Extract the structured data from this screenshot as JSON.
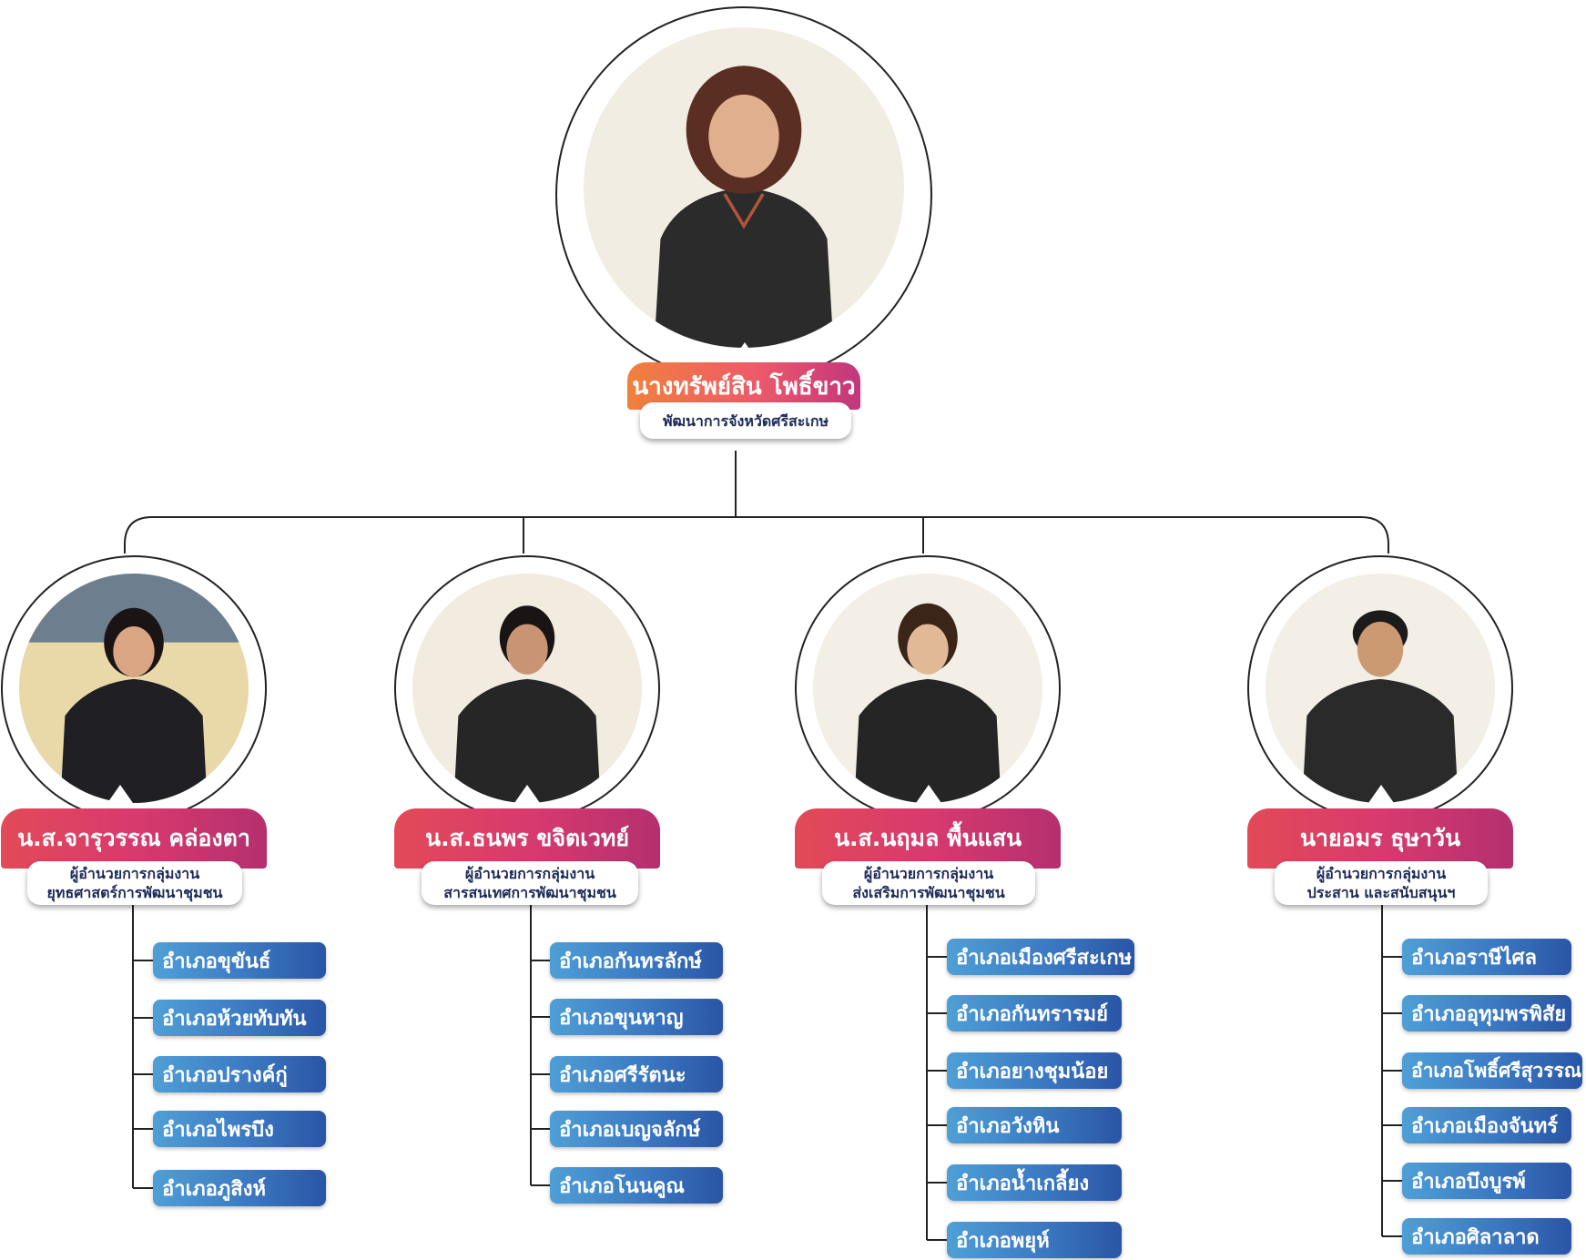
{
  "top": {
    "name": "นางทรัพย์สิน  โพธิ์ขาว",
    "title": "พัฒนาการจังหวัดศรีสะเกษ"
  },
  "managers": [
    {
      "name": "น.ส.จารุวรรณ คล่องตา",
      "title_line1": "ผู้อำนวยการกลุ่มงาน",
      "title_line2": "ยุทธศาสตร์การพัฒนาชุมชน",
      "districts": [
        "อำเภอขุขันธ์",
        "อำเภอห้วยทับทัน",
        "อำเภอปรางค์กู่",
        "อำเภอไพรบึง",
        "อำเภอภูสิงห์"
      ]
    },
    {
      "name": "น.ส.ธนพร  ขจิตเวทย์",
      "title_line1": "ผู้อำนวยการกลุ่มงาน",
      "title_line2": "สารสนเทศการพัฒนาชุมชน",
      "districts": [
        "อำเภอกันทรลักษ์",
        "อำเภอขุนหาญ",
        "อำเภอศรีรัตนะ",
        "อำเภอเบญจลักษ์",
        "อำเภอโนนคูณ"
      ]
    },
    {
      "name": "น.ส.นฤมล  พื้นแสน",
      "title_line1": "ผู้อำนวยการกลุ่มงาน",
      "title_line2": "ส่งเสริมการพัฒนาชุมชน",
      "districts": [
        "อำเภอเมืองศรีสะเกษ",
        "อำเภอกันทรารมย์",
        "อำเภอยางชุมน้อย",
        "อำเภอวังหิน",
        "อำเภอน้ำเกลี้ยง",
        "อำเภอพยุห์"
      ]
    },
    {
      "name": "นายอมร  ธุษาวัน",
      "title_line1": "ผู้อำนวยการกลุ่มงาน",
      "title_line2": "ประสาน และสนับสนุนฯ",
      "districts": [
        "อำเภอราษีไศล",
        "อำเภออุทุมพรพิสัย",
        "อำเภอโพธิ์ศรีสุวรรณ",
        "อำเภอเมืองจันทร์",
        "อำเภอบึงบูรพ์",
        "อำเภอศิลาลาด"
      ]
    }
  ],
  "colors": {
    "top_gradient": [
      "#f0813d",
      "#ed5a6a",
      "#c2367d"
    ],
    "manager_gradient": [
      "#e24a57",
      "#b5306e"
    ],
    "district_gradient": [
      "#4f9fd6",
      "#2a55a6"
    ],
    "subtitle_text": "#1d2a57"
  },
  "icons": [
    "up-triangle-icon",
    "person-photo"
  ]
}
